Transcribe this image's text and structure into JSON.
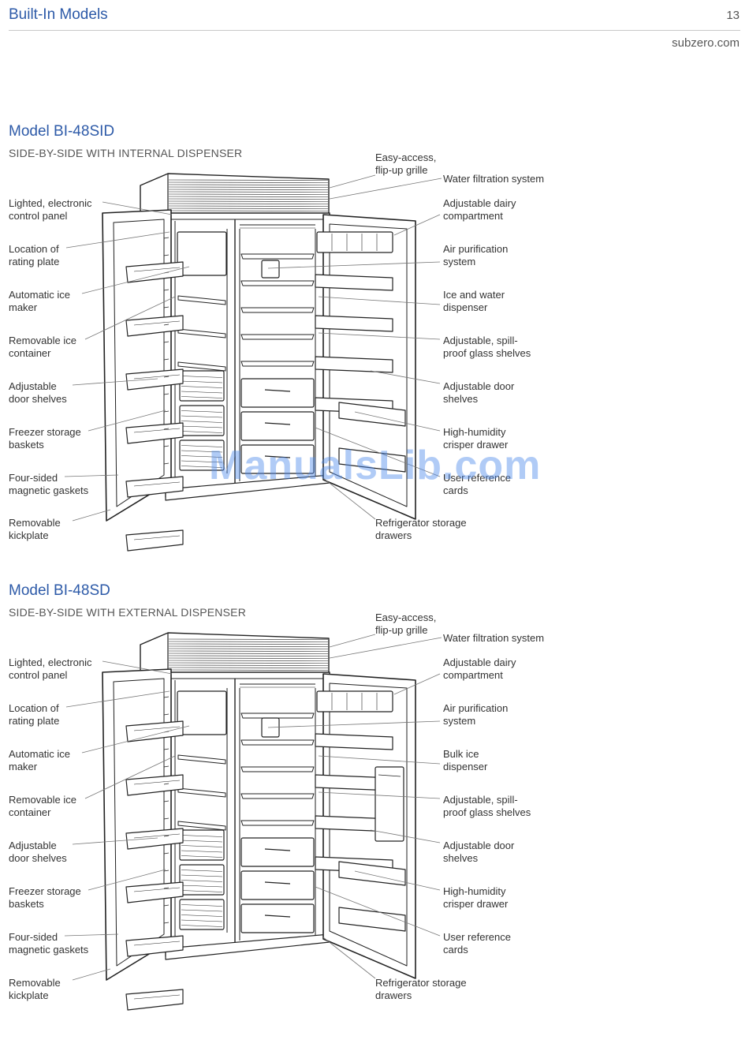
{
  "header": {
    "title": "Built-In Models",
    "page_number": "13",
    "site": "subzero.com"
  },
  "watermark": "ManualsLib.com",
  "models": [
    {
      "title": "Model BI-48SID",
      "subtitle": "SIDE-BY-SIDE WITH INTERNAL DISPENSER",
      "left_labels": [
        "Lighted, electronic\ncontrol panel",
        "Location of\nrating plate",
        "Automatic ice\nmaker",
        "Removable ice\ncontainer",
        "Adjustable\ndoor shelves",
        "Freezer storage\nbaskets",
        "Four-sided\nmagnetic gaskets",
        "Removable\nkickplate"
      ],
      "top_label": "Easy-access,\nflip-up grille",
      "right_labels": [
        "Water filtration system",
        "Adjustable dairy\ncompartment",
        "Air purification\nsystem",
        "Ice and water\ndispenser",
        "Adjustable, spill-\nproof glass shelves",
        "Adjustable door\nshelves",
        "High-humidity\ncrisper drawer",
        "User reference\ncards"
      ],
      "bottom_label": "Refrigerator storage\ndrawers"
    },
    {
      "title": "Model BI-48SD",
      "subtitle": "SIDE-BY-SIDE WITH EXTERNAL DISPENSER",
      "left_labels": [
        "Lighted, electronic\ncontrol panel",
        "Location of\nrating plate",
        "Automatic ice\nmaker",
        "Removable ice\ncontainer",
        "Adjustable\ndoor shelves",
        "Freezer storage\nbaskets",
        "Four-sided\nmagnetic gaskets",
        "Removable\nkickplate"
      ],
      "top_label": "Easy-access,\nflip-up grille",
      "right_labels": [
        "Water filtration system",
        "Adjustable dairy\ncompartment",
        "Air purification\nsystem",
        "Bulk ice\ndispenser",
        "Adjustable, spill-\nproof glass shelves",
        "Adjustable door\nshelves",
        "High-humidity\ncrisper drawer",
        "User reference\ncards"
      ],
      "bottom_label": "Refrigerator storage\ndrawers"
    }
  ]
}
